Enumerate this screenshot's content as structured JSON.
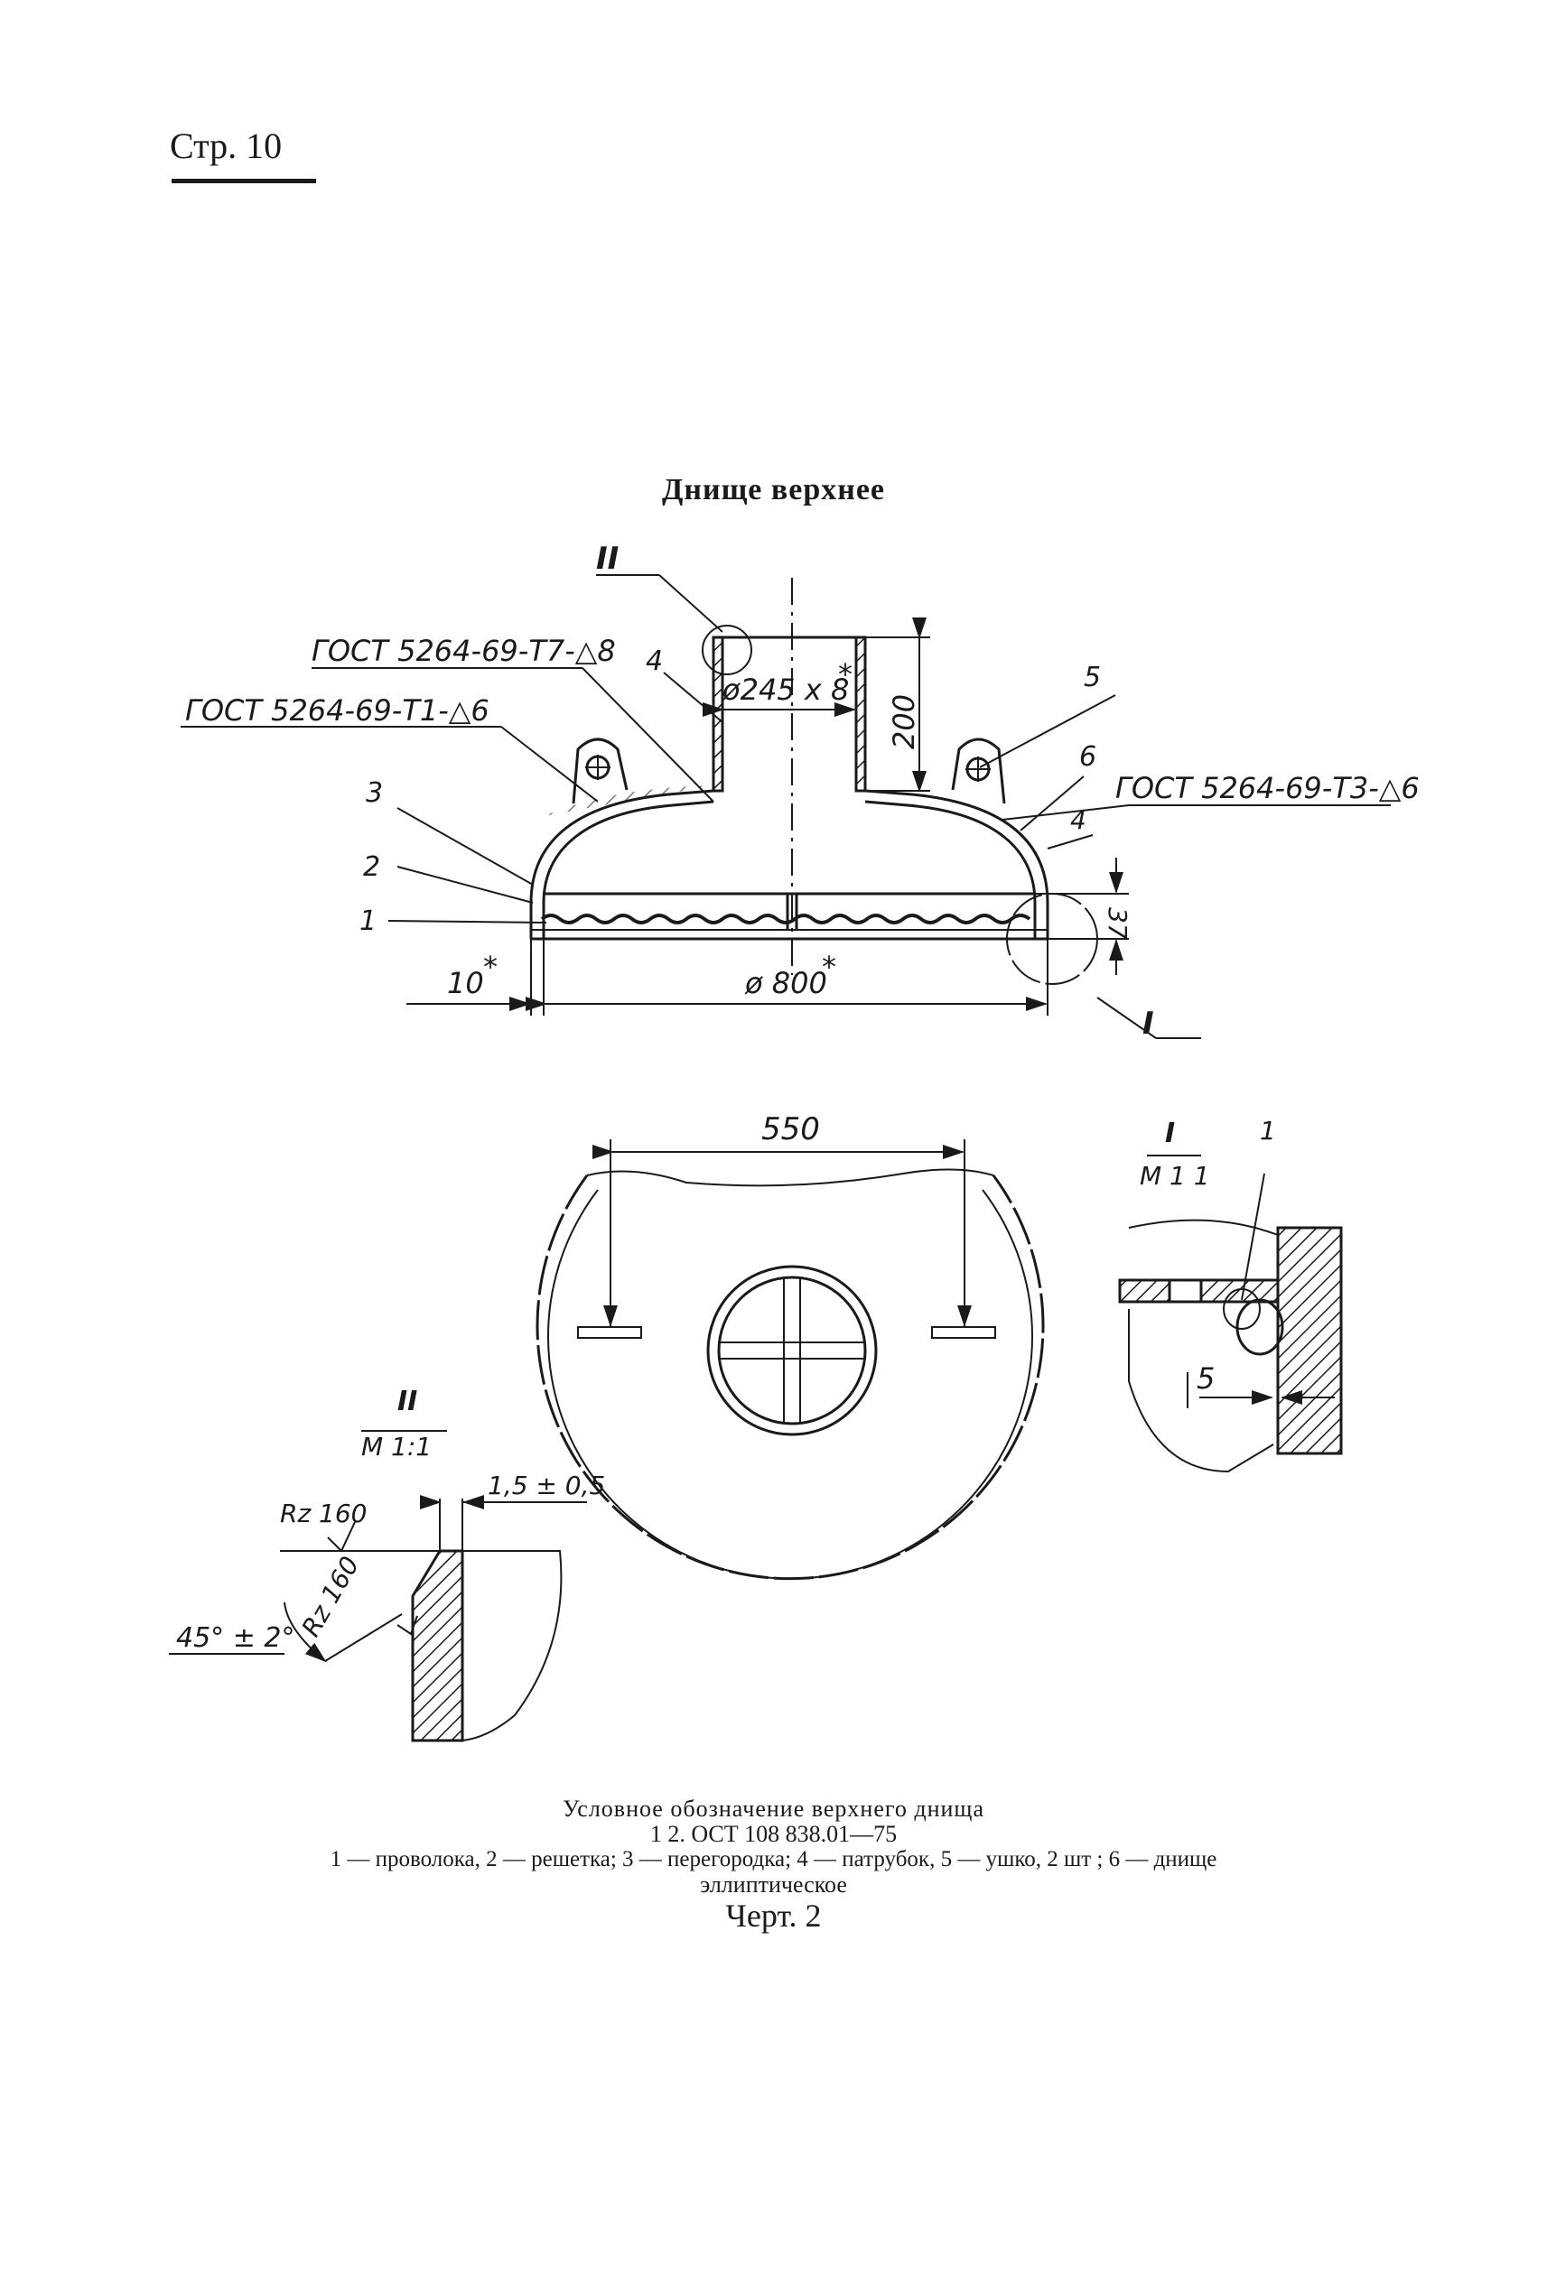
{
  "page": {
    "label": "Стр. 10"
  },
  "title": "Днище верхнее",
  "drawing": {
    "callouts": {
      "detail_II": "II",
      "detail_I": "I",
      "weld_t7": "ГОСТ 5264-69-Т7-△8",
      "weld_t1": "ГОСТ 5264-69-Т1-△6",
      "weld_t3": "ГОСТ 5264-69-Т3-△6"
    },
    "positions": {
      "p1": "1",
      "p2": "2",
      "p3": "3",
      "p4": "4",
      "p4b": "4",
      "p5": "5",
      "p6": "6"
    },
    "dimensions": {
      "pipe": "ø245 x 8",
      "pipe_star": "*",
      "height_200": "200",
      "height_37": "37",
      "diameter": "ø 800",
      "diameter_star": "*",
      "gap_10": "10",
      "gap_star": "*",
      "span_550": "550"
    },
    "detail_I": {
      "name": "I",
      "scale": "M 1 1",
      "pos": "1",
      "dim": "5"
    },
    "detail_II": {
      "name": "II",
      "scale": "M 1:1",
      "rough1": "Rz 160",
      "rough2": "Rz 160",
      "tol": "1,5 ± 0,5",
      "angle": "45° ± 2°"
    }
  },
  "caption": {
    "line1": "Условное обозначение верхнего днища",
    "line2": "1 2. ОСТ 108 838.01—75",
    "line3": "1 — проволока, 2 — решетка; 3 — перегородка; 4 — патрубок, 5 — ушко, 2 шт ; 6 — днище",
    "line4": "эллиптическое",
    "figure": "Черт. 2"
  }
}
